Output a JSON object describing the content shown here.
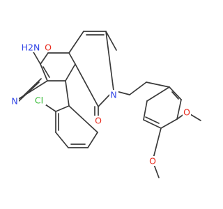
{
  "colors": {
    "bond": "#3a3a3a",
    "O": "#e8291c",
    "N": "#2f44e6",
    "Cl": "#2eb82e",
    "C": "#3a3a3a"
  },
  "molecule": {
    "labels": {
      "amino_n": "N",
      "amino_h2": "H2N",
      "ring_o": "O",
      "nitrile_n": "N",
      "cl": "Cl",
      "carbonyl_o": "O",
      "lactam_n": "N",
      "methoxy_o4": "O",
      "methoxy_o3": "O"
    }
  }
}
